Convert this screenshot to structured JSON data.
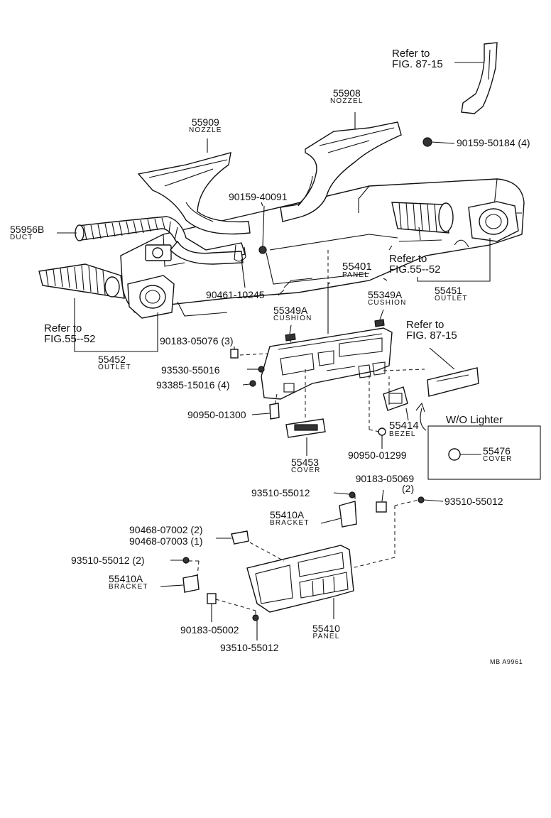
{
  "diagram": {
    "labels": {
      "l01": {
        "lines": [
          "Refer to",
          "FIG. 87-15"
        ]
      },
      "l02": {
        "lines": [
          "55908",
          "NOZZEL"
        ]
      },
      "l03": {
        "lines": [
          "55909",
          "NOZZLE"
        ]
      },
      "l04": {
        "lines": [
          "90159-50184 (4)"
        ]
      },
      "l05": {
        "lines": [
          "90159-40091"
        ]
      },
      "l06": {
        "lines": [
          "55956B",
          "DUCT"
        ]
      },
      "l07": {
        "lines": [
          "Refer to",
          "FIG.55--52"
        ]
      },
      "l08": {
        "lines": [
          "55401",
          "PANEL"
        ]
      },
      "l09": {
        "lines": [
          "90461-10245"
        ]
      },
      "l10": {
        "lines": [
          "55451",
          "OUTLET"
        ]
      },
      "l11": {
        "lines": [
          "55349A",
          "CUSHION"
        ]
      },
      "l12": {
        "lines": [
          "55349A",
          "CUSHION"
        ]
      },
      "l13": {
        "lines": [
          "Refer to",
          "FIG.55--52"
        ]
      },
      "l14": {
        "lines": [
          "Refer to",
          "FIG. 87-15"
        ]
      },
      "l15": {
        "lines": [
          "55452",
          "OUTLET"
        ]
      },
      "l16": {
        "lines": [
          "90183-05076 (3)"
        ]
      },
      "l17": {
        "lines": [
          "93530-55016"
        ]
      },
      "l18": {
        "lines": [
          "93385-15016 (4)"
        ]
      },
      "l19": {
        "lines": [
          "W/O Lighter"
        ]
      },
      "l20": {
        "lines": [
          "90950-01300"
        ]
      },
      "l21": {
        "lines": [
          "55414",
          "BEZEL"
        ]
      },
      "l22": {
        "lines": [
          "55476",
          "COVER"
        ]
      },
      "l23": {
        "lines": [
          "90950-01299"
        ]
      },
      "l24": {
        "lines": [
          "55453",
          "COVER"
        ]
      },
      "l25": {
        "lines": [
          "90183-05069",
          "(2)"
        ]
      },
      "l26": {
        "lines": [
          "93510-55012"
        ]
      },
      "l27": {
        "lines": [
          "93510-55012"
        ]
      },
      "l28": {
        "lines": [
          "55410A",
          "BRACKET"
        ]
      },
      "l29": {
        "lines": [
          "90468-07002 (2)",
          "90468-07003 (1)"
        ]
      },
      "l30": {
        "lines": [
          "93510-55012 (2)"
        ]
      },
      "l31": {
        "lines": [
          "55410A",
          "BRACKET"
        ]
      },
      "l32": {
        "lines": [
          "55410",
          "PANEL"
        ]
      },
      "l33": {
        "lines": [
          "90183-05002"
        ]
      },
      "l34": {
        "lines": [
          "93510-55012"
        ]
      },
      "l35": {
        "lines": [
          "MB  A9961"
        ]
      }
    }
  }
}
